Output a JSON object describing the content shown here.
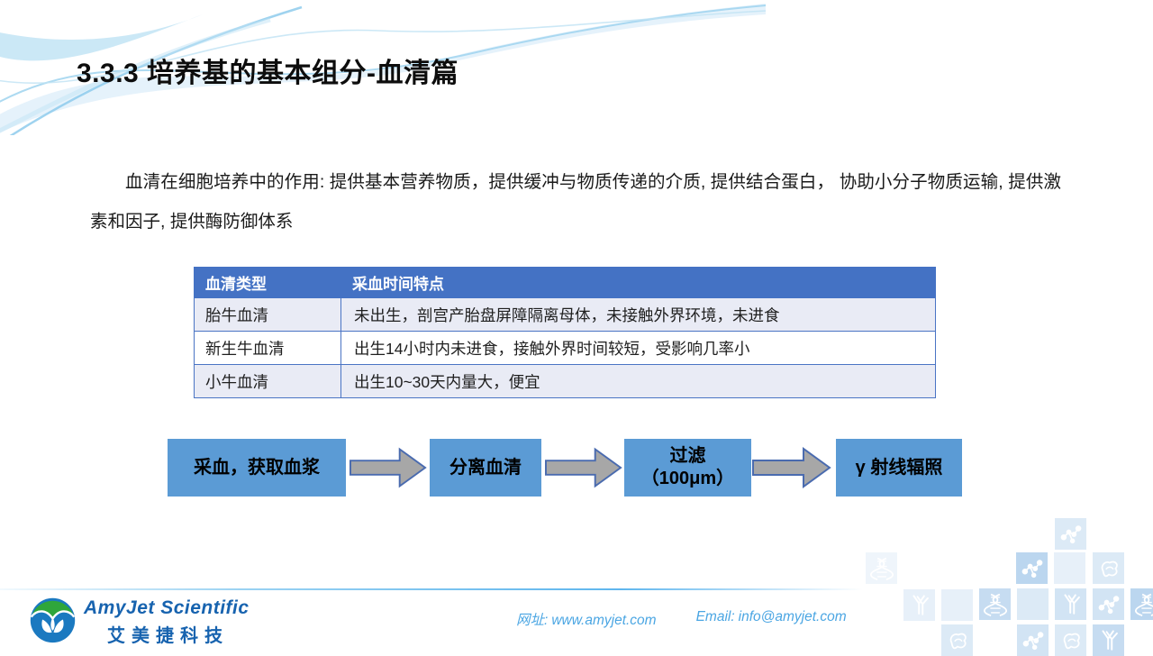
{
  "slide": {
    "title": "3.3.3 培养基的基本组分-血清篇",
    "paragraph": "血清在细胞培养中的作用: 提供基本营养物质，提供缓冲与物质传递的介质, 提供结合蛋白， 协助小分子物质运输, 提供激素和因子, 提供酶防御体系"
  },
  "table": {
    "headers": [
      "血清类型",
      "采血时间特点"
    ],
    "rows": [
      [
        "胎牛血清",
        "未出生，剖宫产胎盘屏障隔离母体，未接触外界环境，未进食"
      ],
      [
        "新生牛血清",
        "出生14小时内未进食，接触外界时间较短，受影响几率小"
      ],
      [
        "小牛血清",
        "出生10~30天内量大，便宜"
      ]
    ]
  },
  "flow": {
    "steps": [
      {
        "lines": [
          "采血，获取血浆"
        ]
      },
      {
        "lines": [
          "分离血清"
        ]
      },
      {
        "lines": [
          "过滤",
          "（100μm）"
        ]
      },
      {
        "lines": [
          "γ 射线辐照"
        ]
      }
    ]
  },
  "footer": {
    "logo_en": "AmyJet Scientific",
    "logo_cn": "艾美捷科技",
    "website_label": "网址:",
    "website": "www.amyjet.com",
    "email_label": "Email:",
    "email": "info@amyjet.com"
  },
  "decor": {
    "wave": "light-blue-wave-curves",
    "mosaic_icons": [
      "molecule",
      "dna",
      "molecule",
      "blank",
      "protein",
      "antibody",
      "blank",
      "dna",
      "blank",
      "antibody",
      "molecule",
      "dna",
      "protein",
      "molecule",
      "protein",
      "antibody"
    ]
  },
  "colors": {
    "table_header_bg": "#4472C4",
    "table_band_row": "#E9EBF5",
    "flow_box": "#5B9BD5",
    "arrow_fill": "#A7A7A7",
    "arrow_outline": "#4A6BAF",
    "link_text": "#4BA6E3",
    "logo_blue": "#1763AF",
    "logo_green": "#2FA63B"
  }
}
